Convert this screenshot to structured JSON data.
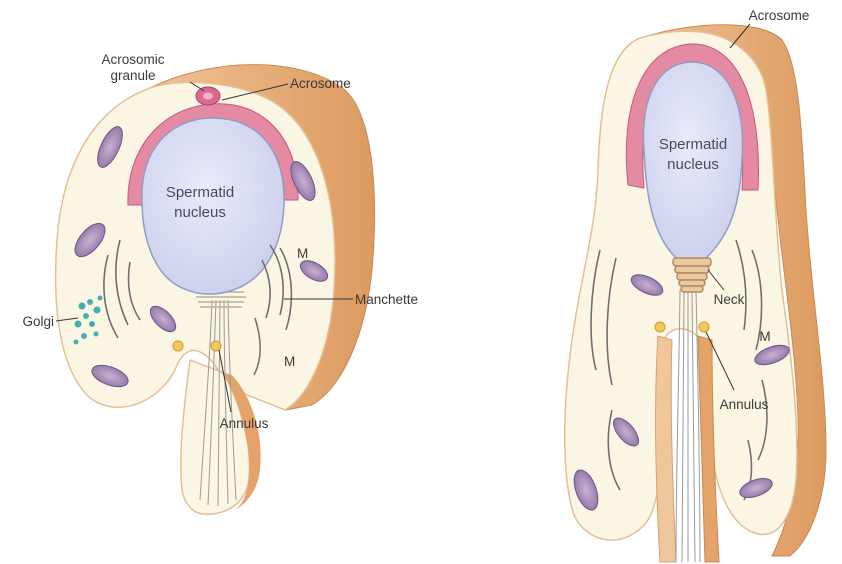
{
  "left_cell": {
    "labels": {
      "acrosomic_granule_1": "Acrosomic",
      "acrosomic_granule_2": "granule",
      "acrosome": "Acrosome",
      "nucleus_1": "Spermatid",
      "nucleus_2": "nucleus",
      "golgi": "Golgi",
      "manchette": "Manchette",
      "m_upper": "M",
      "m_lower": "M",
      "annulus": "Annulus"
    }
  },
  "right_cell": {
    "labels": {
      "acrosome": "Acrosome",
      "nucleus_1": "Spermatid",
      "nucleus_2": "nucleus",
      "neck": "Neck",
      "m": "M",
      "annulus": "Annulus"
    }
  },
  "colors": {
    "cytoplasm": "#fbf5e4",
    "cell_edge": "#e9b687",
    "cell_edge_dark": "#d9995f",
    "nucleus": "#dcdff5",
    "nucleus_edge": "#a9b4cf",
    "acrosome": "#e57f9e",
    "mitochondria": "#a58bb5",
    "golgi": "#49b2b3",
    "annulus": "#f3c65a",
    "fibrils": "#808080"
  }
}
